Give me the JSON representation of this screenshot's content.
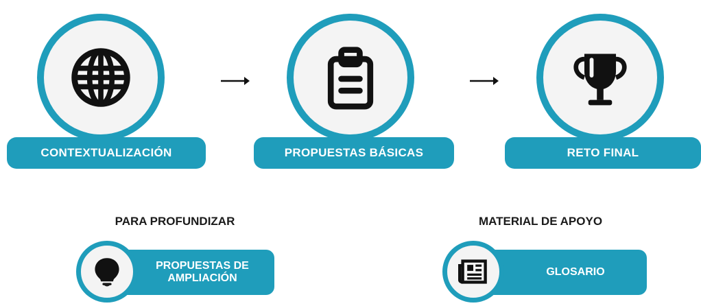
{
  "steps": [
    {
      "label": "CONTEXTUALIZACIÓN",
      "icon": "globe-icon"
    },
    {
      "label": "PROPUESTAS BÁSICAS",
      "icon": "clipboard-icon"
    },
    {
      "label": "RETO FINAL",
      "icon": "trophy-icon"
    }
  ],
  "sections": {
    "deepen": {
      "title": "PARA PROFUNDIZAR",
      "button_label_line1": "PROPUESTAS DE",
      "button_label_line2": "AMPLIACIÓN",
      "icon": "lightbulb-icon"
    },
    "support": {
      "title": "MATERIAL DE APOYO",
      "button_label": "GLOSARIO",
      "icon": "newspaper-icon"
    }
  },
  "colors": {
    "accent": "#1f9dbb",
    "circle_fill": "#f4f4f4",
    "text_dark": "#1a1a1a"
  }
}
